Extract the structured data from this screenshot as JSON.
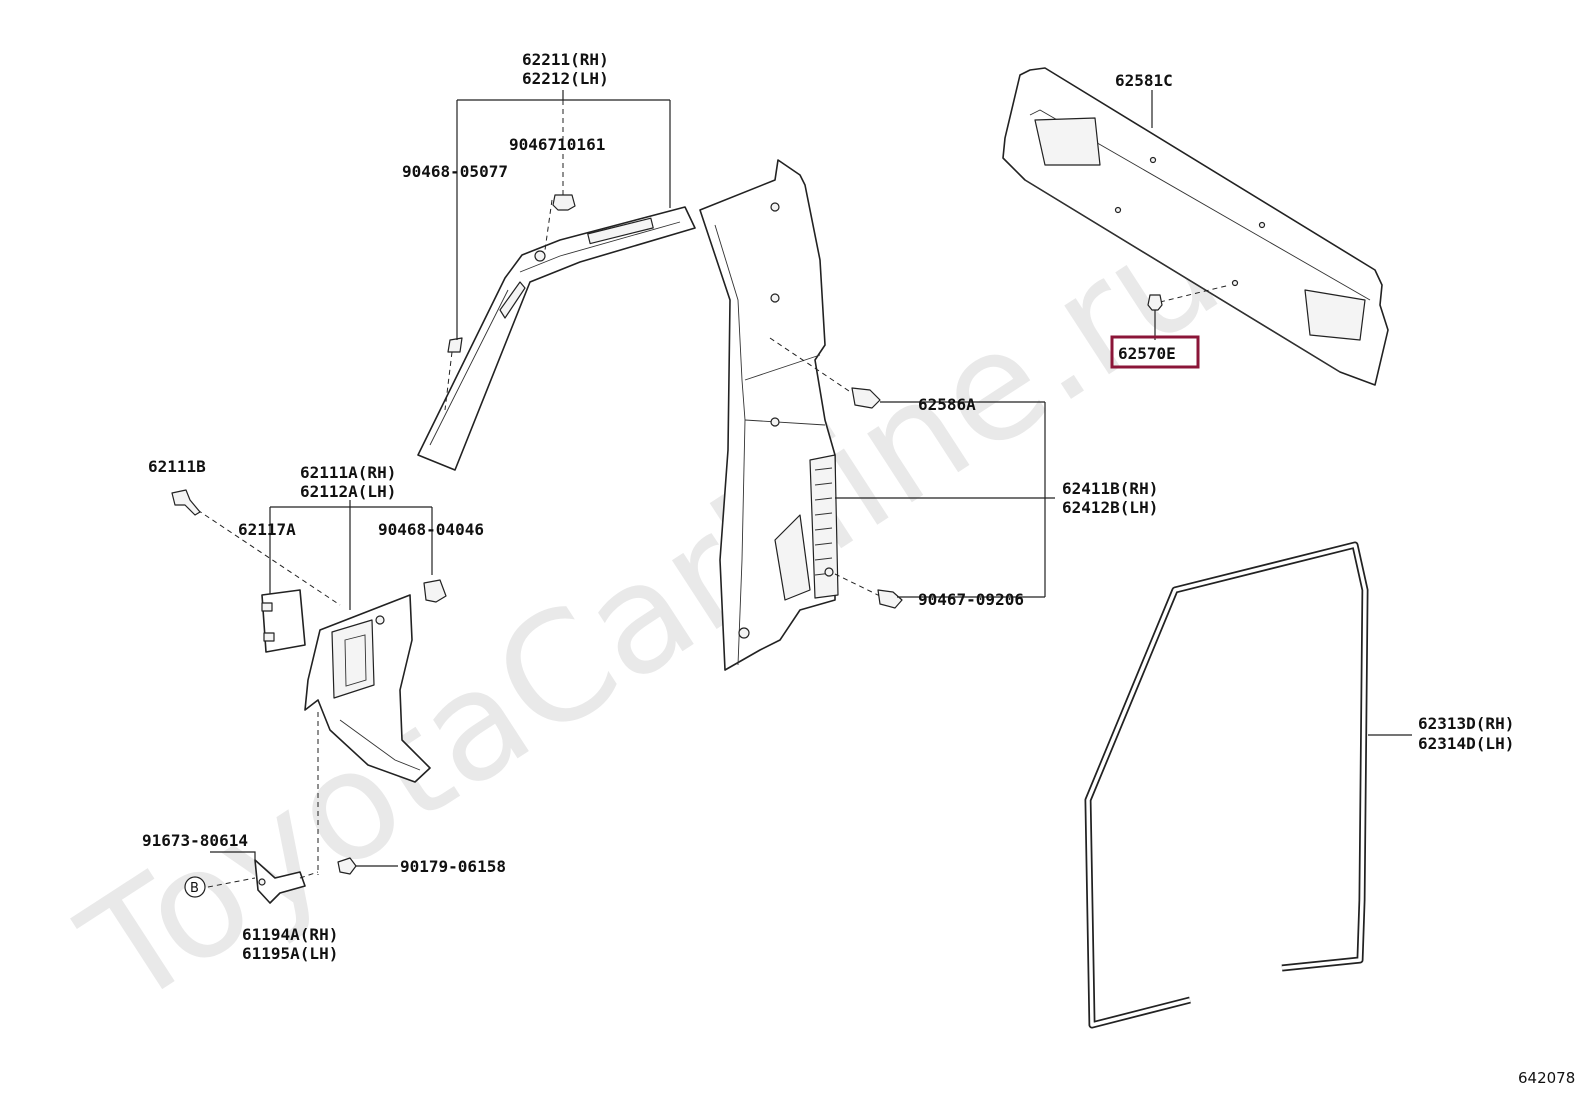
{
  "watermark": "ToyotaCarMine.ru",
  "diagram_code": "642078",
  "callout_b": "B",
  "highlight": {
    "color": "#8b1538"
  },
  "labels": {
    "p62211": "62211(RH)",
    "p62212": "62212(LH)",
    "p9046710161": "9046710161",
    "p9046805077": "90468-05077",
    "p62581C": "62581C",
    "p62570E": "62570E",
    "p62586A": "62586A",
    "p62411B": "62411B(RH)",
    "p62412B": "62412B(LH)",
    "p62111B": "62111B",
    "p62111A": "62111A(RH)",
    "p62112A": "62112A(LH)",
    "p62117A": "62117A",
    "p9046804046": "90468-04046",
    "p9046709206": "90467-09206",
    "p62313D": "62313D(RH)",
    "p62314D": "62314D(LH)",
    "p9167380614": "91673-80614",
    "p9017906158": "90179-06158",
    "p61194A": "61194A(RH)",
    "p61195A": "61195A(LH)"
  }
}
